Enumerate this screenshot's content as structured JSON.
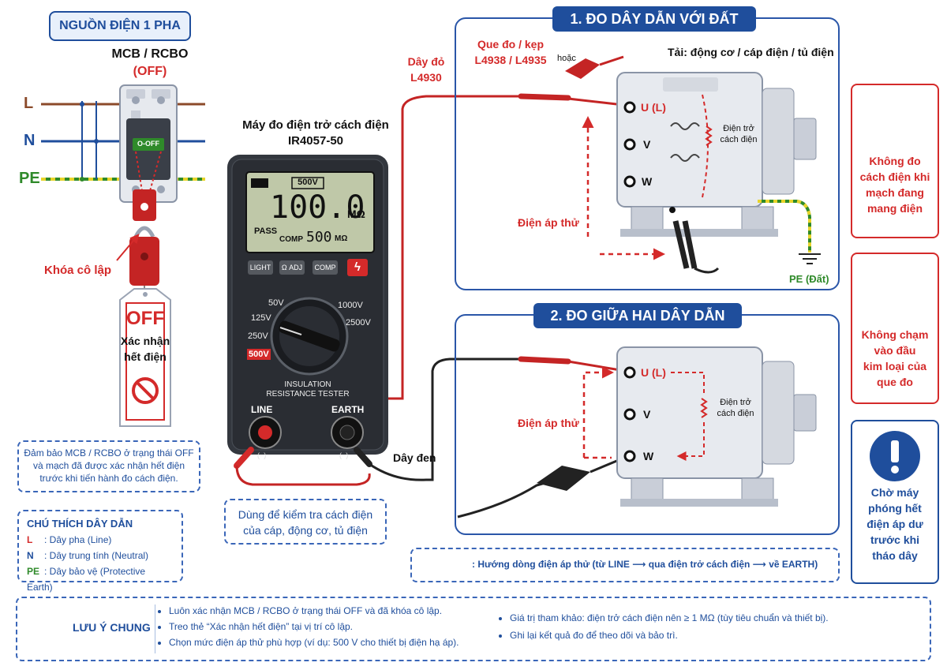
{
  "source": {
    "title": "NGUỒN ĐIỆN 1 PHA",
    "breaker_label": "MCB / RCBO",
    "breaker_state": "(OFF)",
    "breaker_switch": "O-OFF",
    "line_L": "L",
    "line_N": "N",
    "line_PE": "PE",
    "lock_label": "Khóa cô lập",
    "tag_off": "OFF",
    "tag_confirm_1": "Xác nhận",
    "tag_confirm_2": "hết điện"
  },
  "note_off": {
    "l1": "Đảm bảo MCB / RCBO ở trạng thái OFF",
    "l2": "và mạch đã được xác nhận hết điện",
    "l3": "trước khi tiến hành đo cách điện."
  },
  "legend": {
    "title": "CHÚ THÍCH DÂY DẪN",
    "items": [
      {
        "code": "L",
        "text": ": Dây pha (Line)",
        "color": "#d42a2a"
      },
      {
        "code": "N",
        "text": ": Dây trung tính (Neutral)",
        "color": "#1f4e9c"
      },
      {
        "code": "PE",
        "text": ": Dây bảo vệ (Protective Earth)",
        "color": "#2f8a2a"
      }
    ]
  },
  "meter": {
    "title_1": "Máy đo điện trở cách điện",
    "title_2": "IR4057-50",
    "range_display": "500V",
    "reading": "100.0",
    "reading_unit": "MΩ",
    "pass": "PASS",
    "comp_label": "COMP",
    "comp_value": "500",
    "comp_unit": "MΩ",
    "buttons": [
      "LIGHT",
      "Ω ADJ",
      "COMP",
      "ϟ"
    ],
    "dial": [
      "50V",
      "125V",
      "250V",
      "500V",
      "1000V",
      "2500V"
    ],
    "name_1": "INSULATION",
    "name_2": "RESISTANCE TESTER",
    "jack_line": "LINE",
    "jack_earth": "EARTH",
    "jack_minus": "(−)",
    "note_1": "Dùng để kiểm tra cách điện",
    "note_2": "của cáp, động cơ, tủ điện"
  },
  "wires": {
    "red_1": "Dây đỏ",
    "red_2": "L4930",
    "black": "Dây đen",
    "probe_1": "Que đo / kẹp",
    "probe_2": "L4938 / L4935",
    "or": "hoặc"
  },
  "panel1": {
    "title": "1. ĐO DÂY DẪN VỚI ĐẤT",
    "load": "Tải: động cơ / cáp điện / tủ điện",
    "u": "U (L)",
    "v": "V",
    "w": "W",
    "res_1": "Điện trở",
    "res_2": "cách điện",
    "test_voltage": "Điện áp thử",
    "pe": "PE (Đất)"
  },
  "panel2": {
    "title": "2. ĐO GIỮA HAI DÂY DẪN",
    "u": "U (L)",
    "v": "V",
    "w": "W",
    "res_1": "Điện trở",
    "res_2": "cách điện",
    "test_voltage": "Điện áp thử"
  },
  "flow_note": ": Hướng dòng điện áp thử (từ LINE ⟶ qua điện trở cách điện ⟶ về EARTH)",
  "warnings": [
    {
      "l1": "Không đo",
      "l2": "cách điện khi",
      "l3": "mạch đang",
      "l4": "mang điện"
    },
    {
      "l1": "Không chạm",
      "l2": "vào đầu",
      "l3": "kim loại của",
      "l4": "que đo"
    },
    {
      "l1": "Chờ máy",
      "l2": "phóng hết",
      "l3": "điện áp dư",
      "l4": "trước khi",
      "l5": "tháo dây"
    }
  ],
  "general": {
    "title": "LƯU Ý CHUNG",
    "items_left": [
      "Luôn xác nhận MCB / RCBO ở trạng thái OFF và đã khóa cô lập.",
      "Treo thẻ “Xác nhận hết điện” tại vị trí cô lập.",
      "Chọn mức điện áp thử phù hợp (ví dụ: 500 V cho thiết bị điện hạ áp)."
    ],
    "items_right": [
      "Giá trị tham khảo: điện trở cách điện nên ≥ 1 MΩ (tùy tiêu chuẩn và thiết bị).",
      "Ghi lại kết quả đo để theo dõi và bảo trì."
    ]
  },
  "colors": {
    "red": "#d42a2a",
    "blue": "#1f4e9c",
    "green": "#2f8a2a",
    "brown": "#8b4a2a"
  }
}
